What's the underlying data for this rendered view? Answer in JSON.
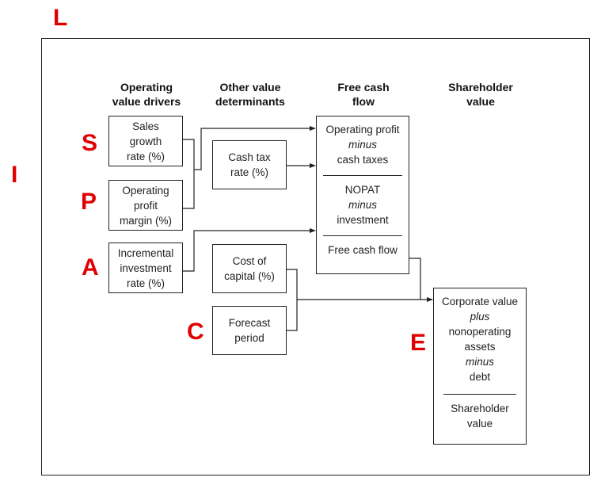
{
  "side_letters": {
    "l": "L",
    "i": "I",
    "s": "S",
    "p": "P",
    "a": "A",
    "c": "C",
    "e": "E"
  },
  "headers": {
    "col1": [
      "Operating",
      "value drivers"
    ],
    "col2": [
      "Other value",
      "determinants"
    ],
    "col3": [
      "Free cash",
      "flow"
    ],
    "col4": [
      "Shareholder",
      "value"
    ]
  },
  "boxes": {
    "sales_growth": [
      "Sales",
      "growth",
      "rate (%)"
    ],
    "operating_margin": [
      "Operating",
      "profit",
      "margin (%)"
    ],
    "incremental_investment": [
      "Incremental",
      "investment",
      "rate (%)"
    ],
    "cash_tax": [
      "Cash tax",
      "rate (%)"
    ],
    "cost_of_capital": [
      "Cost of",
      "capital (%)"
    ],
    "forecast_period": [
      "Forecast",
      "period"
    ],
    "free_cash_flow": {
      "block1": [
        "Operating profit",
        "minus",
        "cash taxes"
      ],
      "block2": [
        "NOPAT",
        "minus",
        "investment"
      ],
      "block3": "Free cash flow"
    },
    "shareholder_value": {
      "block1": [
        "Corporate value",
        "plus",
        "nonoperating",
        "assets",
        "minus",
        "debt"
      ],
      "block2": [
        "Shareholder",
        "value"
      ]
    }
  }
}
